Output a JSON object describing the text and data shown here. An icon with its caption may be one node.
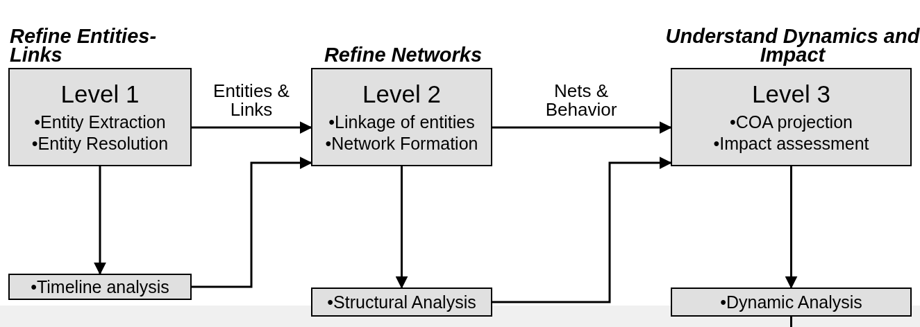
{
  "diagram": {
    "nodes": [
      {
        "text": [
          "Refine Entities-Links",
          "Level 1",
          "•Entity Extraction",
          "•Entity Resolution"
        ]
      },
      {
        "text": [
          "•Timeline analysis"
        ]
      },
      {
        "text": [
          "Refine Networks",
          "Level 2",
          "•Linkage of entities",
          "•Network Formation"
        ]
      },
      {
        "text": [
          "•Structural Analysis"
        ]
      },
      {
        "text": [
          "Understand Dynamics and Impact",
          "Level 3",
          "•COA projection",
          "•Impact assessment"
        ]
      },
      {
        "text": [
          "•Dynamic Analysis"
        ]
      }
    ],
    "edges": [
      {
        "from": 0,
        "to": 1,
        "arrow": "to"
      },
      {
        "from": 1,
        "to": 2,
        "arrow": "to"
      },
      {
        "from": 0,
        "to": 2,
        "arrow": "to",
        "label": "Entities & Links"
      },
      {
        "from": 2,
        "to": 3,
        "arrow": "to"
      },
      {
        "from": 3,
        "to": 4,
        "arrow": "to"
      },
      {
        "from": 2,
        "to": 4,
        "arrow": "to",
        "label": "Nets & Behavior"
      },
      {
        "from": 4,
        "to": 5,
        "arrow": "to"
      },
      {
        "from": 5,
        "to": null,
        "arrow": "none"
      }
    ]
  }
}
